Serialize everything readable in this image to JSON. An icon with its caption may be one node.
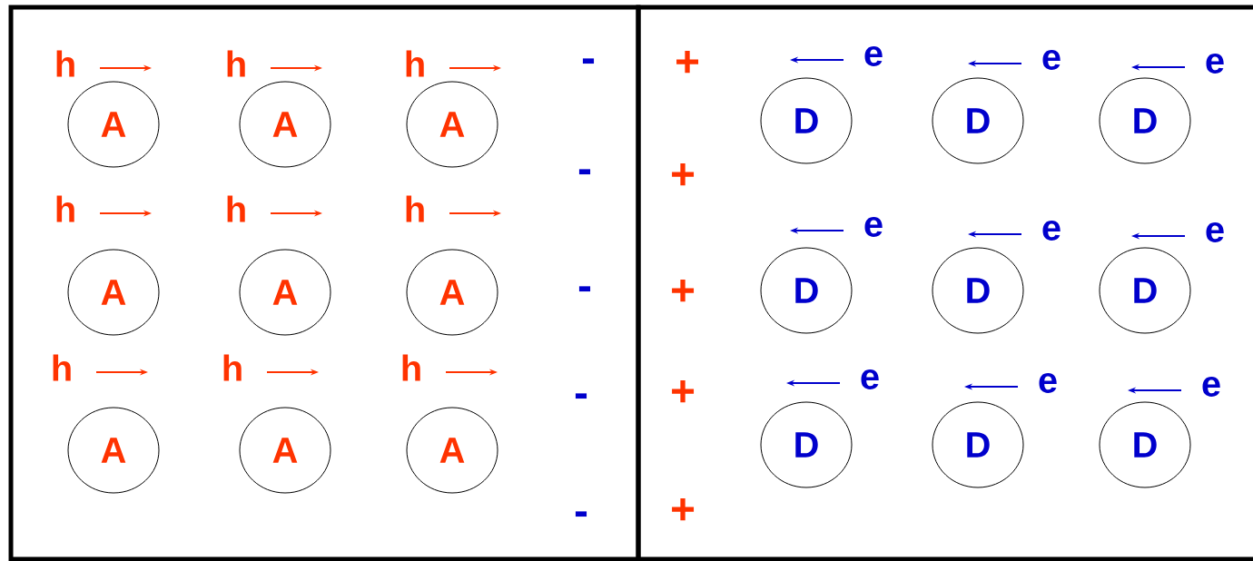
{
  "diagram": {
    "nodes": [
      {
        "text": [],
        "shape": "box"
      },
      {
        "text": [],
        "shape": "box"
      },
      {
        "text": [
          "A"
        ],
        "in": 0
      },
      {
        "text": [
          "A"
        ],
        "in": 0
      },
      {
        "text": [
          "A"
        ],
        "in": 0
      },
      {
        "text": [
          "A"
        ],
        "in": 0
      },
      {
        "text": [
          "A"
        ],
        "in": 0
      },
      {
        "text": [
          "A"
        ],
        "in": 0
      },
      {
        "text": [
          "A"
        ],
        "in": 0
      },
      {
        "text": [
          "A"
        ],
        "in": 0
      },
      {
        "text": [
          "A"
        ],
        "in": 0
      },
      {
        "text": [
          "D"
        ],
        "in": 1
      },
      {
        "text": [
          "D"
        ],
        "in": 1
      },
      {
        "text": [
          "D"
        ],
        "in": 1
      },
      {
        "text": [
          "D"
        ],
        "in": 1
      },
      {
        "text": [
          "D"
        ],
        "in": 1
      },
      {
        "text": [
          "D"
        ],
        "in": 1
      },
      {
        "text": [
          "D"
        ],
        "in": 1
      },
      {
        "text": [
          "D"
        ],
        "in": 1
      },
      {
        "text": [
          "D"
        ],
        "in": 1
      }
    ],
    "labels": [
      "h",
      "h",
      "h",
      "-",
      "+",
      "e",
      "e",
      "e",
      "-",
      "+",
      "h",
      "h",
      "h",
      "e",
      "e",
      "e",
      "-",
      "+",
      "h",
      "h",
      "h",
      "e",
      "e",
      "e",
      "-",
      "+",
      "-",
      "+"
    ]
  }
}
